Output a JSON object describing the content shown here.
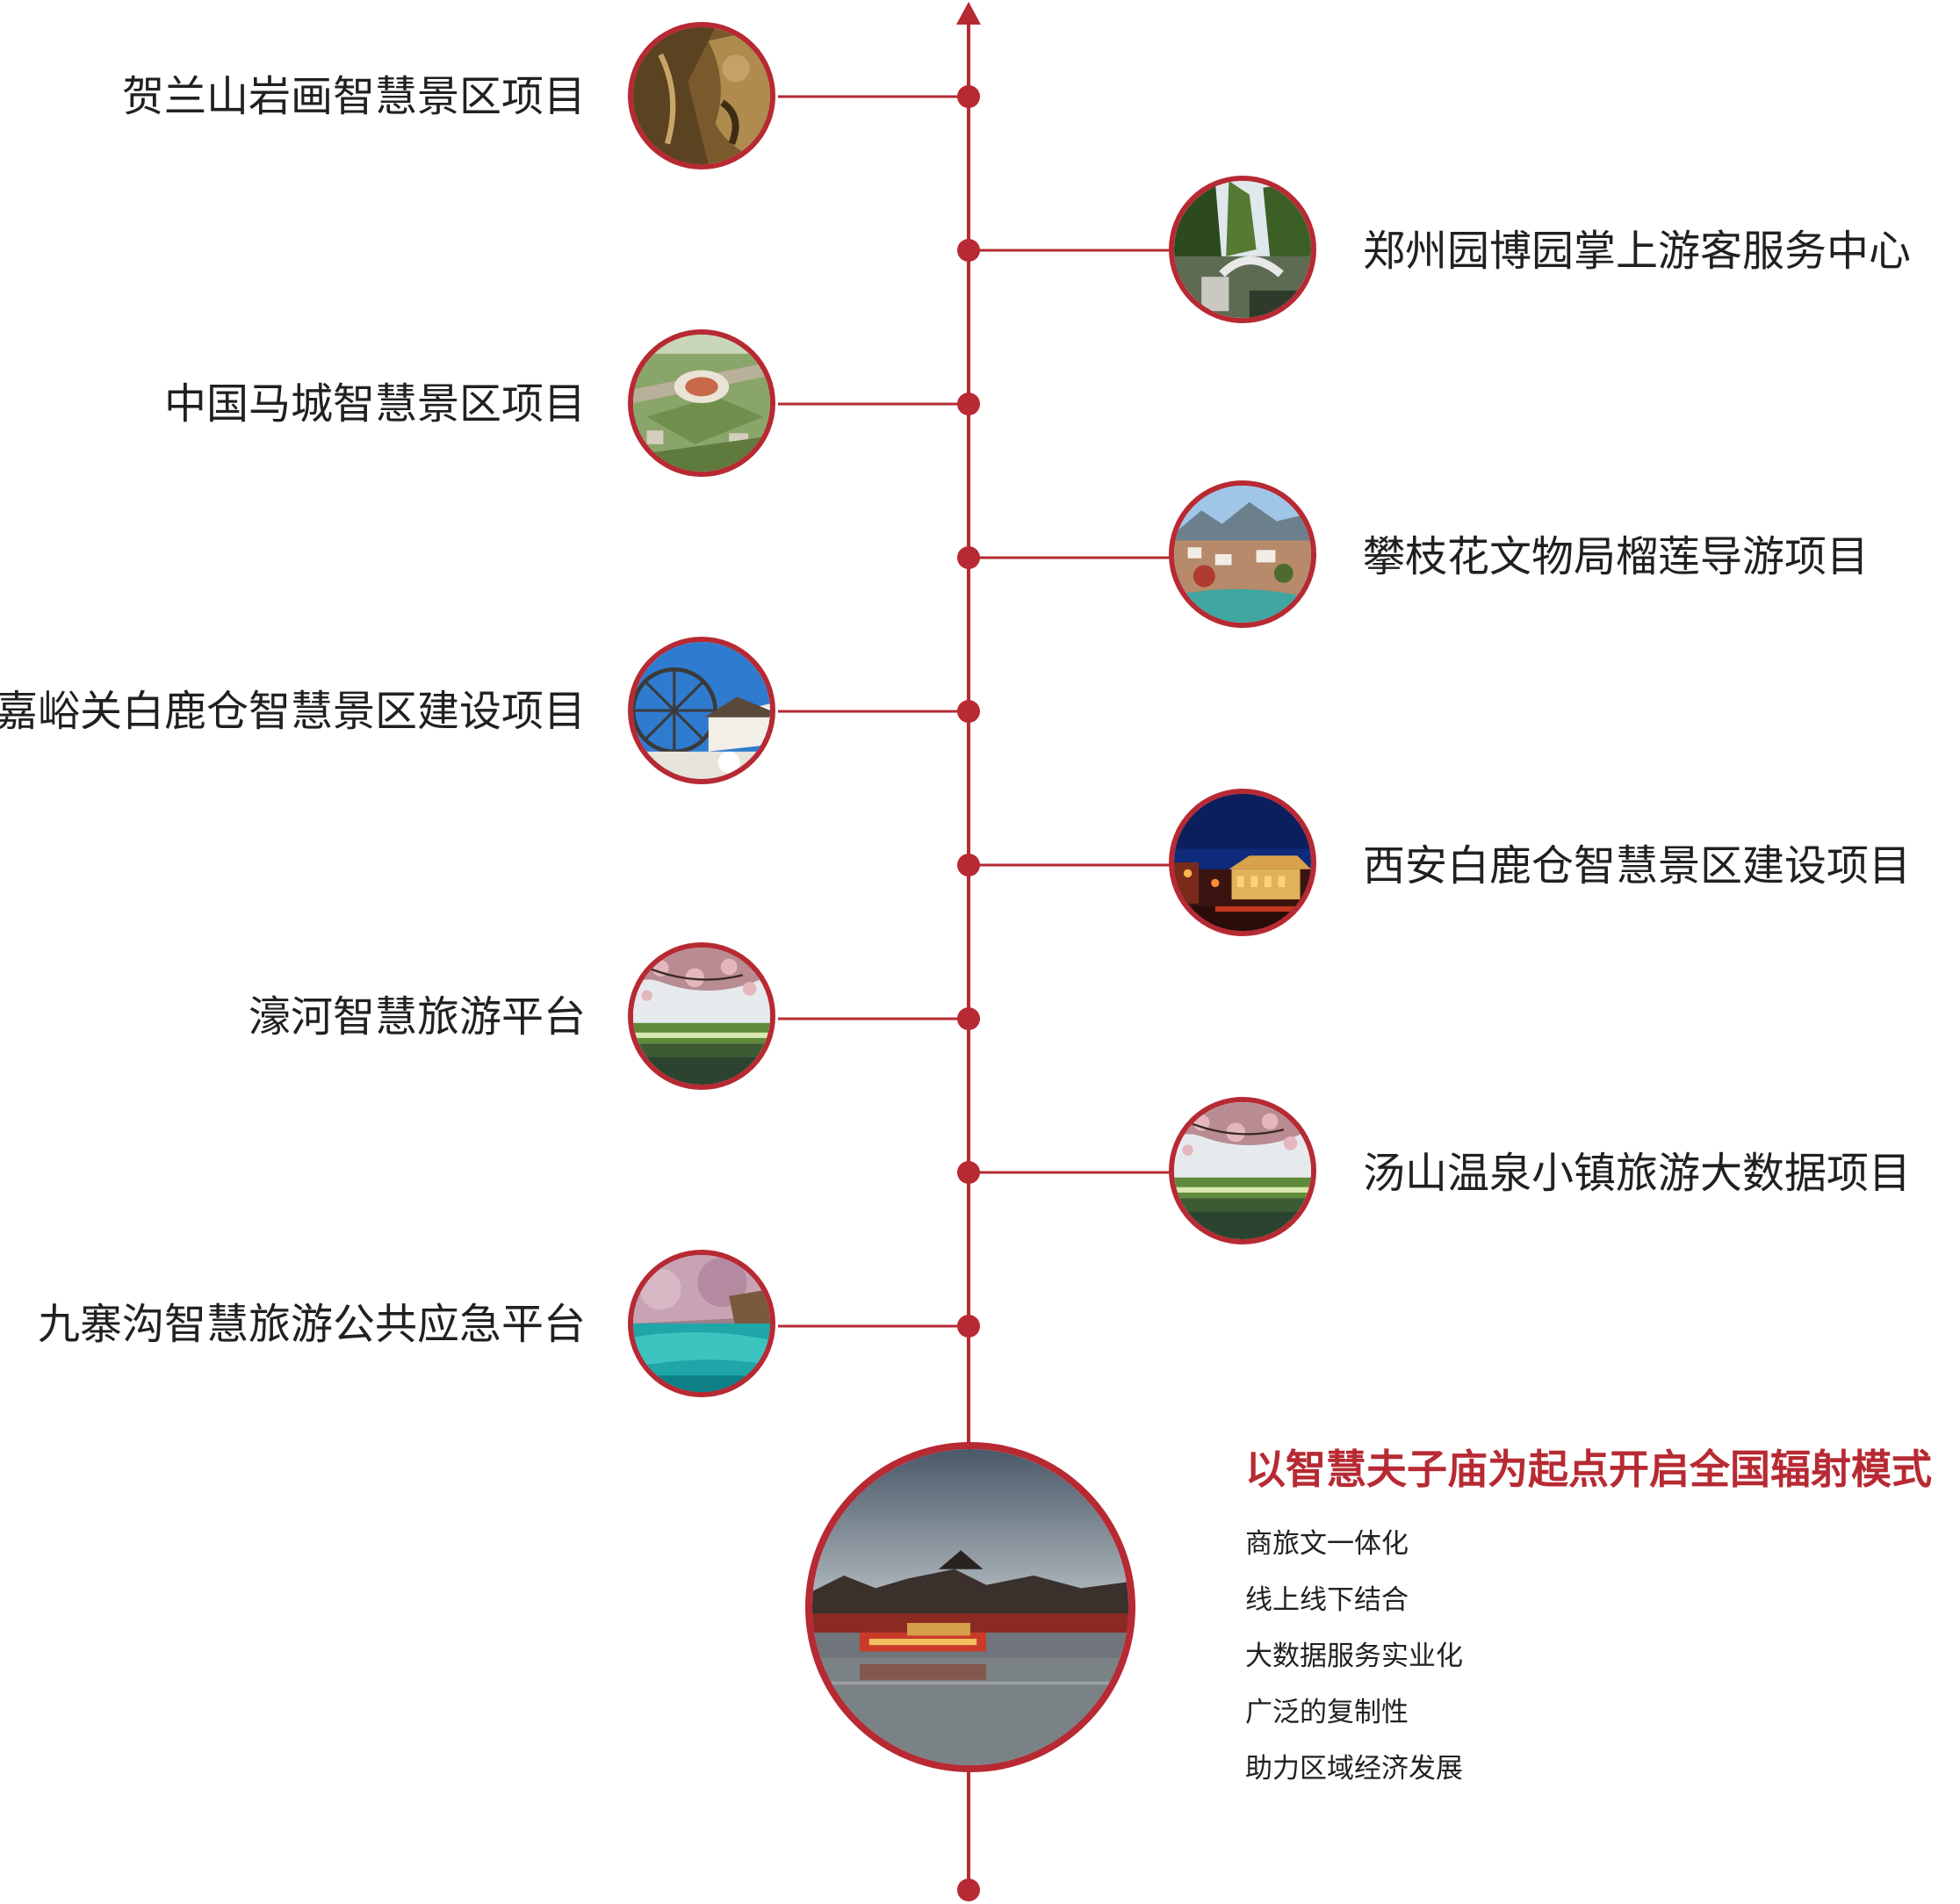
{
  "colors": {
    "accent": "#b72a33",
    "text": "#231f20"
  },
  "projects": [
    {
      "side": "left",
      "label": "贺兰山岩画智慧景区项目",
      "image": "rock-art-cliff"
    },
    {
      "side": "right",
      "label": "郑州园博园掌上游客服务中心",
      "image": "garden-bridge"
    },
    {
      "side": "left",
      "label": "中国马城智慧景区项目",
      "image": "horse-city-aerial"
    },
    {
      "side": "right",
      "label": "攀枝花文物局榴莲导游项目",
      "image": "mountain-town"
    },
    {
      "side": "left",
      "label": "嘉峪关白鹿仓智慧景区建设项目",
      "image": "waterwheel-pavilion"
    },
    {
      "side": "right",
      "label": "西安白鹿仓智慧景区建设项目",
      "image": "night-palace"
    },
    {
      "side": "left",
      "label": "濠河智慧旅游平台",
      "image": "cherry-blossom-river"
    },
    {
      "side": "right",
      "label": "汤山温泉小镇旅游大数据项目",
      "image": "cherry-blossom-river"
    },
    {
      "side": "left",
      "label": "九寨沟智慧旅游公共应急平台",
      "image": "turquoise-lake"
    }
  ],
  "final": {
    "headline": "以智慧夫子庙为起点开启全国辐射模式",
    "image": "confucius-temple-river",
    "bullets": [
      "商旅文一体化",
      "线上线下结合",
      "大数据服务实业化",
      "广泛的复制性",
      "助力区域经济发展"
    ]
  }
}
